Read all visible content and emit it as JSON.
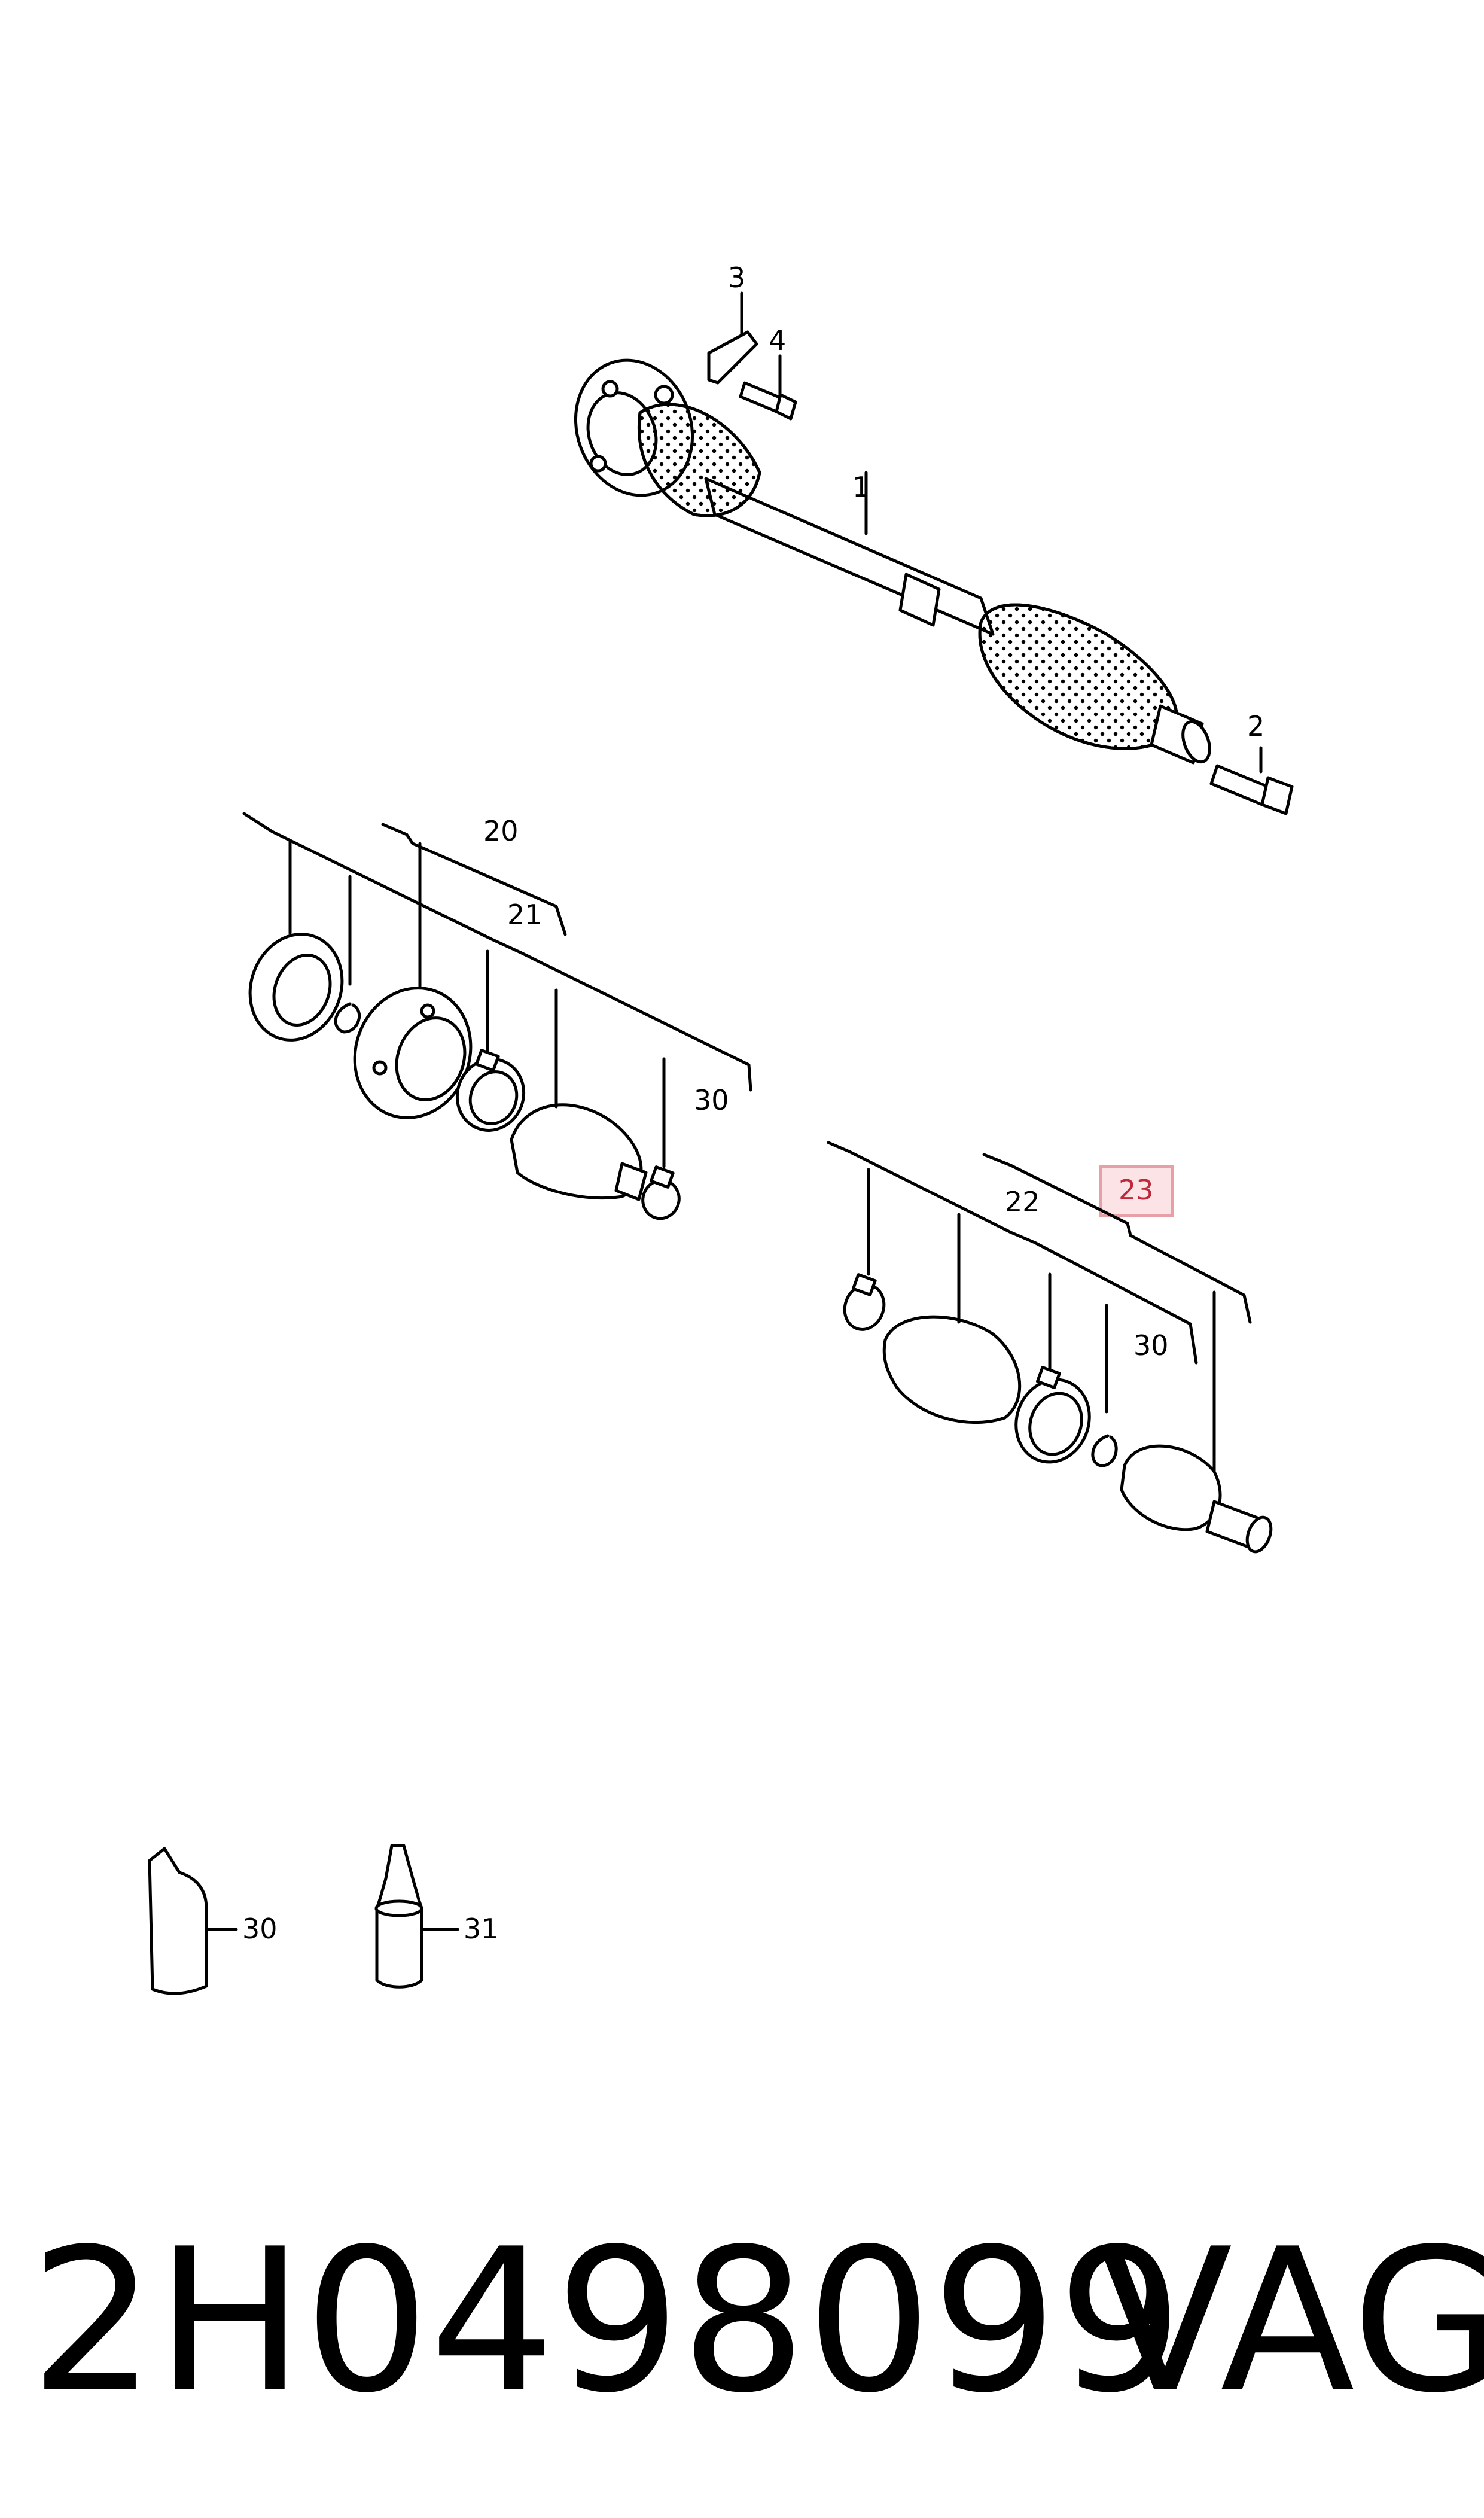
{
  "labels": {
    "l1": "1",
    "l2": "2",
    "l3": "3",
    "l4": "4",
    "l20": "20",
    "l21": "21",
    "l22": "22",
    "l23": "23",
    "l30a": "30",
    "l30b": "30",
    "l30c": "30",
    "l31": "31"
  },
  "footer": {
    "part_number": "2H0498099",
    "brand": "VAG"
  },
  "colors": {
    "highlight_border": "#e8a0a8",
    "highlight_fill": "#fbe3e6",
    "highlight_text": "#c0293a"
  }
}
